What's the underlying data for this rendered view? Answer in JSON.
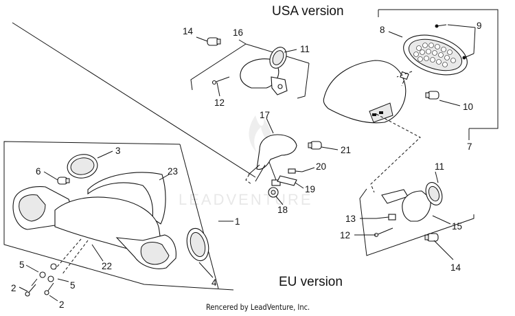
{
  "titles": {
    "usa": "USA version",
    "eu": "EU version"
  },
  "watermark": "LEADVENTURE",
  "credit": "Rencered by LeadVenture, Inc.",
  "callouts": {
    "usa": [
      "14",
      "16",
      "11",
      "12",
      "8",
      "9",
      "10",
      "7"
    ],
    "center": [
      "17",
      "21",
      "20",
      "19",
      "18"
    ],
    "eu_rear": [
      "11",
      "13",
      "12",
      "15",
      "14"
    ],
    "eu_left": [
      "3",
      "6",
      "23",
      "1",
      "22",
      "4",
      "5",
      "5",
      "2",
      "2"
    ]
  }
}
